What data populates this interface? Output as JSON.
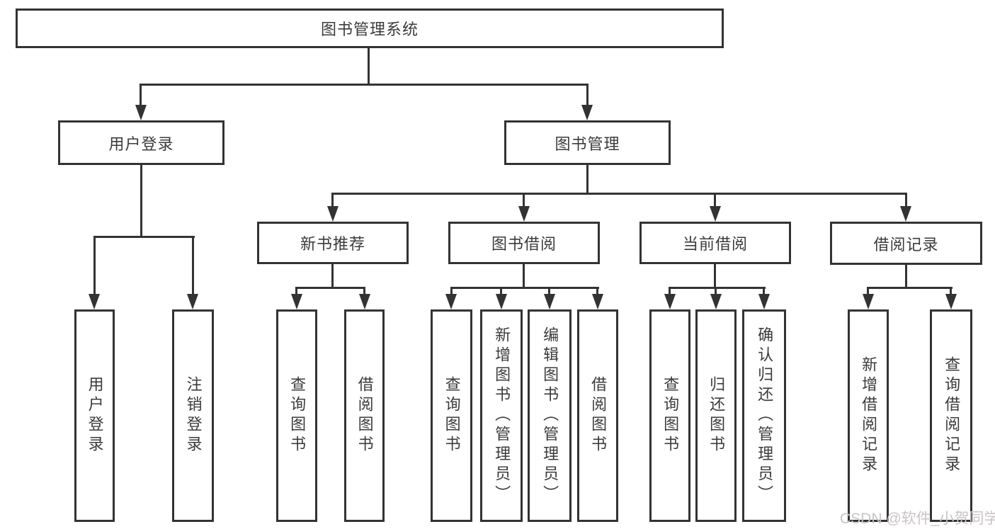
{
  "diagram": {
    "root": {
      "label": "图书管理系统"
    },
    "level1": [
      {
        "label": "用户登录"
      },
      {
        "label": "图书管理"
      }
    ],
    "level2": [
      {
        "label": "新书推荐"
      },
      {
        "label": "图书借阅"
      },
      {
        "label": "当前借阅"
      },
      {
        "label": "借阅记录"
      }
    ],
    "leaves": {
      "user": [
        "用户登录",
        "注销登录"
      ],
      "recommend": [
        "查询图书",
        "借阅图书"
      ],
      "borrow": [
        "查询图书",
        "新增图书（管理员）",
        "编辑图书（管理员）",
        "借阅图书"
      ],
      "current": [
        "查询图书",
        "归还图书",
        "确认归还（管理员）"
      ],
      "records": [
        "新增借阅记录",
        "查询借阅记录"
      ]
    }
  },
  "colors": {
    "line": "#333333",
    "text": "#3b3b3b",
    "watermark": "#c9c4c4",
    "background": "#ffffff"
  },
  "watermark": {
    "text": "CSDN @软件_小贺同学"
  }
}
